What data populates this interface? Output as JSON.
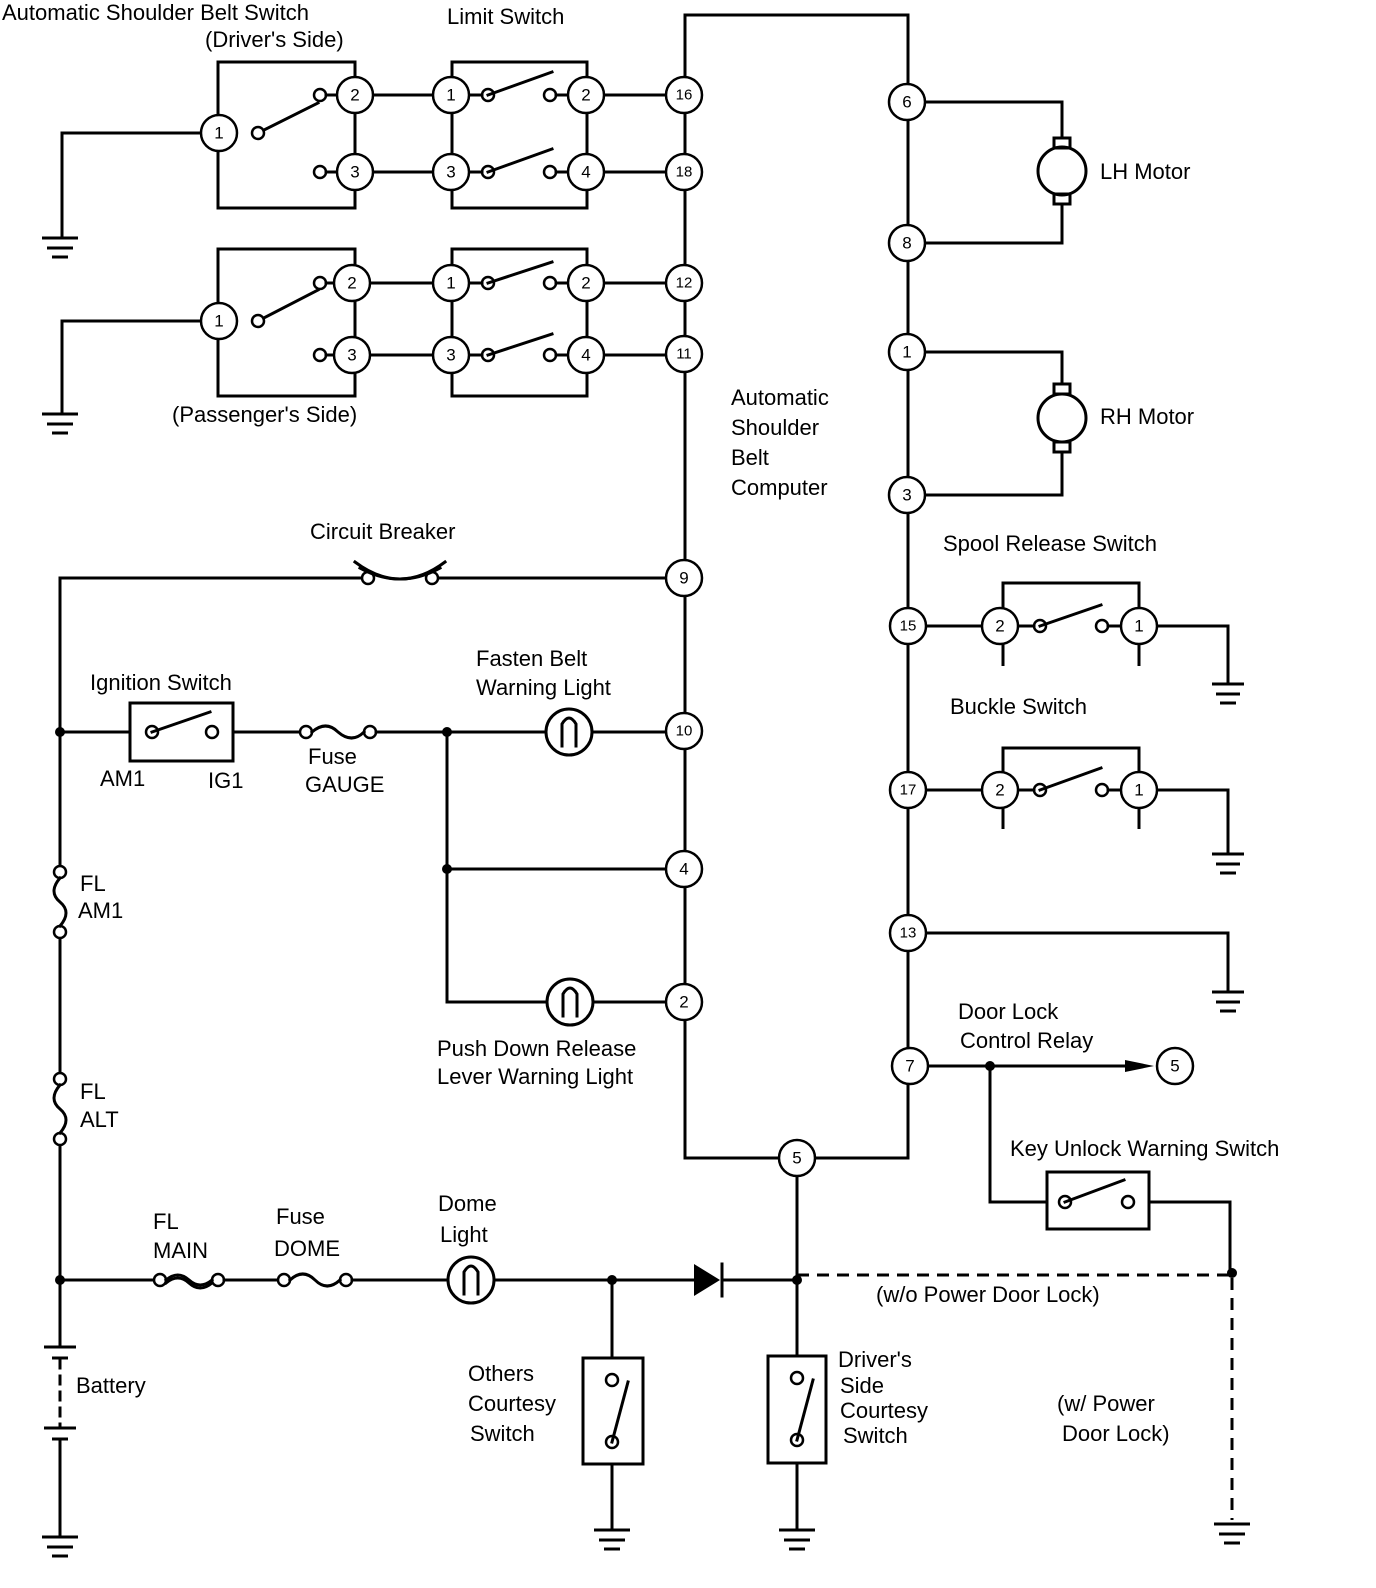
{
  "labels": {
    "shoulder_belt_switch_1": "Automatic Shoulder Belt Switch",
    "shoulder_belt_switch_2": "(Driver's Side)",
    "passenger_side": "(Passenger's Side)",
    "limit_switch": "Limit Switch",
    "computer_1": "Automatic",
    "computer_2": "Shoulder",
    "computer_3": "Belt",
    "computer_4": "Computer",
    "lh_motor": "LH Motor",
    "rh_motor": "RH Motor",
    "spool_release_switch": "Spool Release Switch",
    "buckle_switch": "Buckle Switch",
    "circuit_breaker": "Circuit Breaker",
    "ignition_switch": "Ignition Switch",
    "am1": "AM1",
    "ig1": "IG1",
    "fuse_gauge_1": "Fuse",
    "fuse_gauge_2": "GAUGE",
    "fasten_belt_1": "Fasten Belt",
    "fasten_belt_2": "Warning Light",
    "push_down_1": "Push Down Release",
    "push_down_2": "Lever Warning Light",
    "fl_am1_1": "FL",
    "fl_am1_2": "AM1",
    "fl_alt_1": "FL",
    "fl_alt_2": "ALT",
    "fl_main_1": "FL",
    "fl_main_2": "MAIN",
    "fuse_dome_1": "Fuse",
    "fuse_dome_2": "DOME",
    "dome_light_1": "Dome",
    "dome_light_2": "Light",
    "battery": "Battery",
    "door_lock_relay_1": "Door Lock",
    "door_lock_relay_2": "Control Relay",
    "key_unlock_switch": "Key Unlock Warning Switch",
    "wo_power_door_lock": "(w/o Power Door Lock)",
    "w_power_door_lock_1": "(w/ Power",
    "w_power_door_lock_2": "Door Lock)",
    "others_courtesy_1": "Others",
    "others_courtesy_2": "Courtesy",
    "others_courtesy_3": "Switch",
    "driver_courtesy_1": "Driver's",
    "driver_courtesy_2": "Side",
    "driver_courtesy_3": "Courtesy",
    "driver_courtesy_4": "Switch"
  },
  "pins": {
    "dsw_1": "1",
    "dsw_2": "2",
    "dsw_3": "3",
    "dlim_1": "1",
    "dlim_2": "2",
    "dlim_3": "3",
    "dlim_4": "4",
    "psw_1": "1",
    "psw_2": "2",
    "psw_3": "3",
    "plim_1": "1",
    "plim_2": "2",
    "plim_3": "3",
    "plim_4": "4",
    "c16": "16",
    "c18": "18",
    "c12": "12",
    "c11": "11",
    "c9": "9",
    "c10": "10",
    "c4": "4",
    "c2": "2",
    "c5": "5",
    "c6": "6",
    "c8": "8",
    "c1": "1",
    "c3": "3",
    "c15": "15",
    "c17": "17",
    "c13": "13",
    "c7": "7",
    "spool_2": "2",
    "spool_1": "1",
    "buckle_2": "2",
    "buckle_1": "1",
    "relay_5": "5"
  }
}
